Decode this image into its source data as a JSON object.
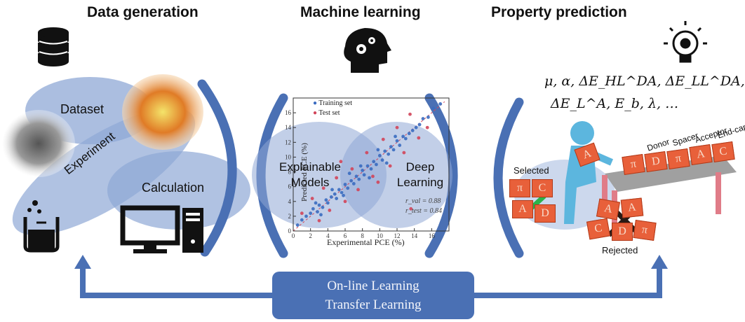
{
  "sections": {
    "data_generation": "Data generation",
    "machine_learning": "Machine learning",
    "property_prediction": "Property prediction"
  },
  "data_generation": {
    "dataset": "Dataset",
    "experiment": "Experiment",
    "calculation": "Calculation"
  },
  "machine_learning": {
    "explainable_line1": "Explainable",
    "explainable_line2": "Models",
    "deep_line1": "Deep",
    "deep_line2": "Learning"
  },
  "chart_data": {
    "type": "scatter",
    "xlabel": "Experimental PCE (%)",
    "ylabel": "Predicted PCE (%)",
    "xlim": [
      0,
      18
    ],
    "ylim": [
      0,
      18
    ],
    "x_ticks": [
      0,
      2,
      4,
      6,
      8,
      10,
      12,
      14,
      16
    ],
    "y_ticks": [
      0,
      2,
      4,
      6,
      8,
      10,
      12,
      14,
      16
    ],
    "legend": [
      "Training set",
      "Test set"
    ],
    "annotations": [
      "r_val = 0.88",
      "r_test = 0.84"
    ],
    "series": [
      {
        "name": "Training set",
        "color": "#3a6bc0",
        "points": [
          [
            0.5,
            0.8
          ],
          [
            1,
            1.5
          ],
          [
            1.5,
            2
          ],
          [
            2,
            2.4
          ],
          [
            2.3,
            3
          ],
          [
            2.8,
            2.6
          ],
          [
            3,
            3.5
          ],
          [
            3.4,
            3.2
          ],
          [
            3.8,
            4.2
          ],
          [
            4,
            3.8
          ],
          [
            4.4,
            4.6
          ],
          [
            4.8,
            5
          ],
          [
            5,
            4.4
          ],
          [
            5.3,
            5.6
          ],
          [
            5.6,
            5.2
          ],
          [
            6,
            6.3
          ],
          [
            6.3,
            5.8
          ],
          [
            6.7,
            6.8
          ],
          [
            7,
            6.4
          ],
          [
            7.3,
            7.4
          ],
          [
            7.6,
            7
          ],
          [
            8,
            8.2
          ],
          [
            8.2,
            7.6
          ],
          [
            8.6,
            8.8
          ],
          [
            9,
            8.4
          ],
          [
            9.3,
            9.4
          ],
          [
            9.6,
            9
          ],
          [
            10,
            10.2
          ],
          [
            10.3,
            9.6
          ],
          [
            10.6,
            10.8
          ],
          [
            11,
            10.4
          ],
          [
            11.3,
            11.4
          ],
          [
            11.6,
            11
          ],
          [
            12,
            12.2
          ],
          [
            12.3,
            11.6
          ],
          [
            12.7,
            12.8
          ],
          [
            13,
            12.5
          ],
          [
            13.4,
            13.2
          ],
          [
            13.8,
            13.6
          ],
          [
            14.2,
            14
          ],
          [
            14.6,
            14.4
          ],
          [
            15,
            15.2
          ],
          [
            15.6,
            15.4
          ],
          [
            16.2,
            16.6
          ],
          [
            17,
            17.2
          ],
          [
            3.2,
            2.2
          ],
          [
            5.8,
            4.8
          ],
          [
            7.8,
            8.8
          ],
          [
            9.8,
            11
          ],
          [
            11.8,
            12.8
          ],
          [
            6.5,
            7.8
          ],
          [
            4.5,
            5.6
          ],
          [
            8.8,
            7.2
          ],
          [
            10.8,
            9.2
          ],
          [
            2.6,
            3.8
          ]
        ]
      },
      {
        "name": "Test set",
        "color": "#d2455a",
        "points": [
          [
            1,
            2.4
          ],
          [
            2.2,
            4.4
          ],
          [
            3.5,
            5.8
          ],
          [
            4.2,
            2.8
          ],
          [
            5,
            7.2
          ],
          [
            6,
            4
          ],
          [
            6.8,
            8.4
          ],
          [
            7.5,
            5.6
          ],
          [
            8.5,
            10.6
          ],
          [
            9.2,
            7.4
          ],
          [
            10.4,
            12.4
          ],
          [
            11.2,
            8.8
          ],
          [
            12,
            14
          ],
          [
            12.8,
            10.6
          ],
          [
            13.5,
            15.8
          ],
          [
            14.5,
            12.6
          ],
          [
            15.5,
            14
          ],
          [
            5.5,
            9.4
          ],
          [
            9.8,
            6.6
          ],
          [
            3,
            1.4
          ],
          [
            13.6,
            3
          ]
        ]
      }
    ]
  },
  "property_prediction": {
    "formula_line1": "μ, α, ΔE_HL^DA, ΔE_LL^DA,",
    "formula_line2": "ΔE_L^A, E_b, λ, …",
    "selected": "Selected",
    "rejected": "Rejected",
    "donor": "Donor",
    "spacer": "Spacer",
    "acceptor": "Acceptor",
    "end_cap": "End-cap"
  },
  "feedback": {
    "line1": "On-line Learning",
    "line2": "Transfer Learning"
  },
  "colors": {
    "blue_arc": "#4a70b4",
    "ellipse": "#8fa8d6",
    "block": "#e8603a"
  }
}
